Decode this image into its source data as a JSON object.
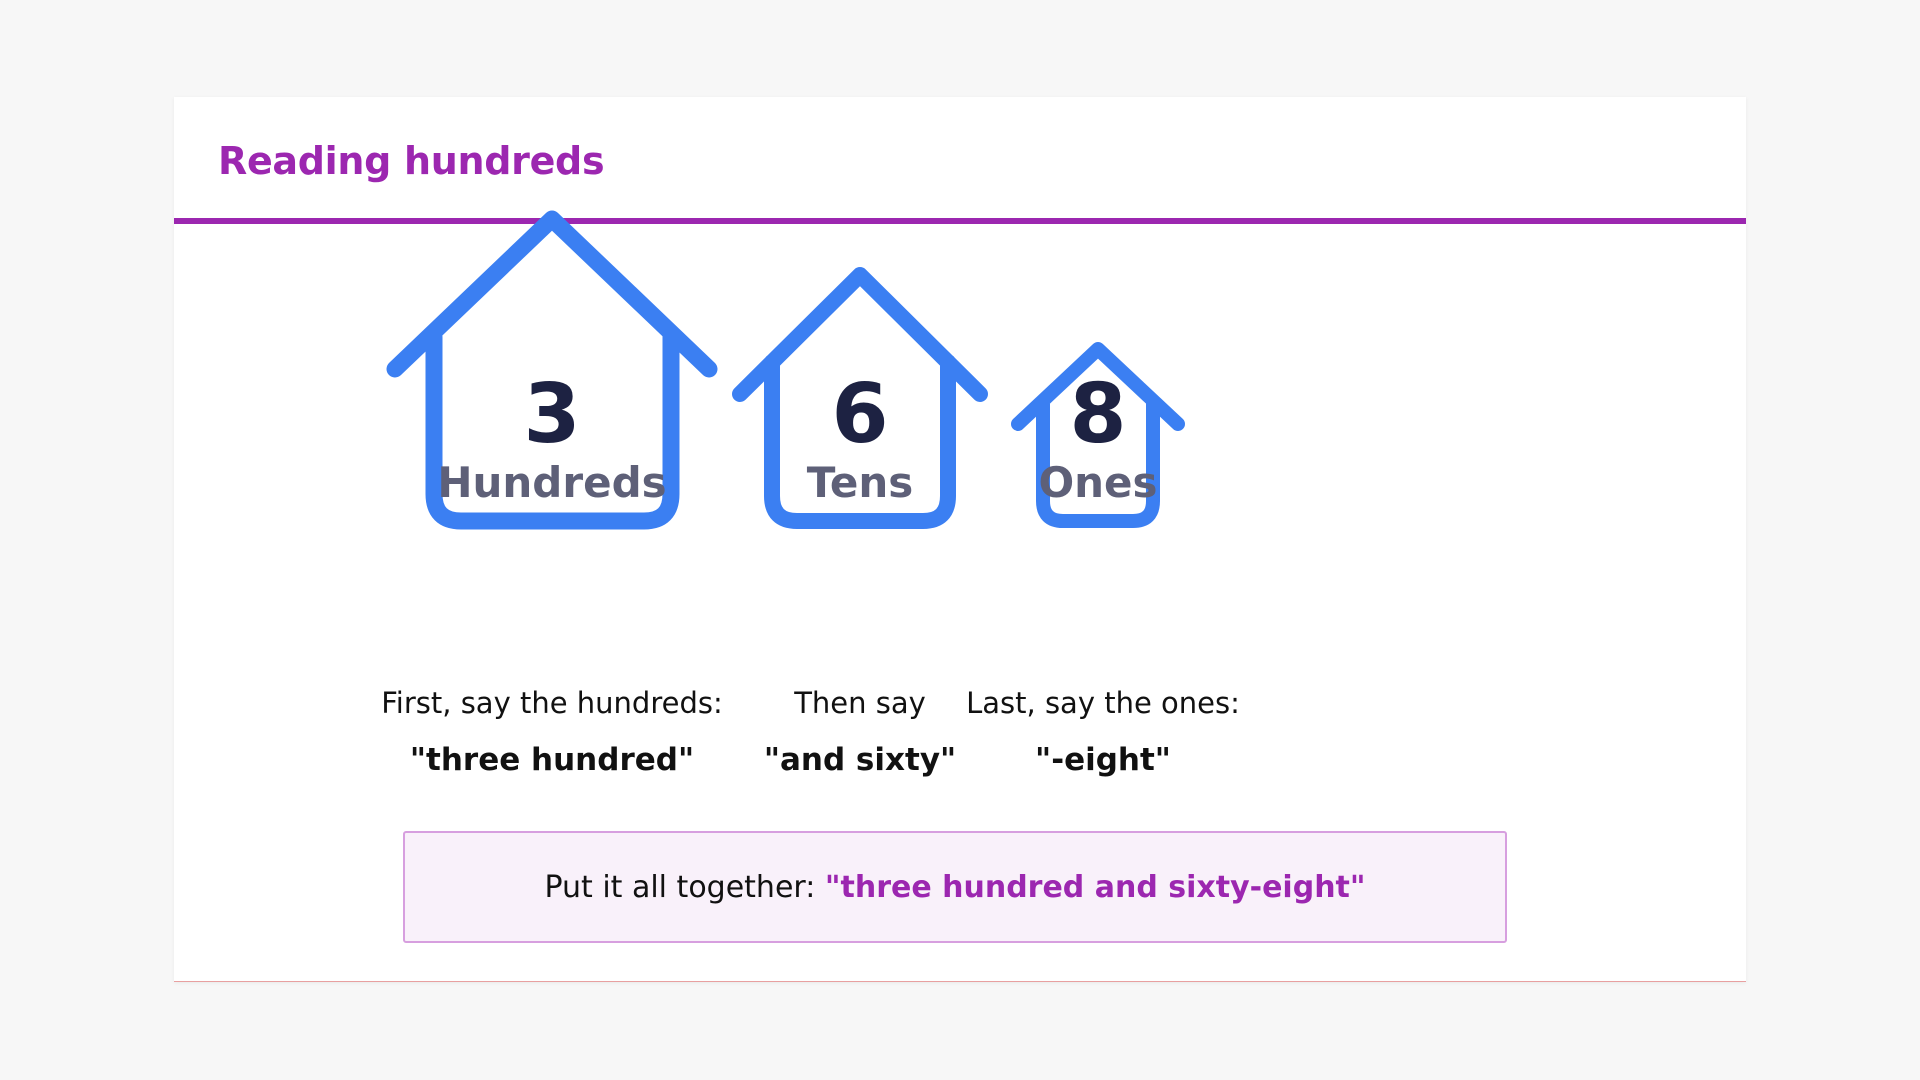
{
  "header": {
    "title": "Reading hundreds"
  },
  "colors": {
    "accent": "#9c27b0",
    "house_outline": "#3b7ff2",
    "digit": "#1d2242",
    "place_label": "#5e6078",
    "summary_background": "#f9f1fa",
    "summary_border": "#d79fdf"
  },
  "places": [
    {
      "digit": "3",
      "place": "Hundreds",
      "instruction": "First, say the hundreds:",
      "spoken": "\"three hundred\""
    },
    {
      "digit": "6",
      "place": "Tens",
      "instruction": "Then say",
      "spoken": "\"and sixty\""
    },
    {
      "digit": "8",
      "place": "Ones",
      "instruction": "Last, say the ones:",
      "spoken": "\"-eight\""
    }
  ],
  "summary": {
    "prefix": "Put it all together: ",
    "answer": "\"three hundred and sixty-eight\""
  }
}
